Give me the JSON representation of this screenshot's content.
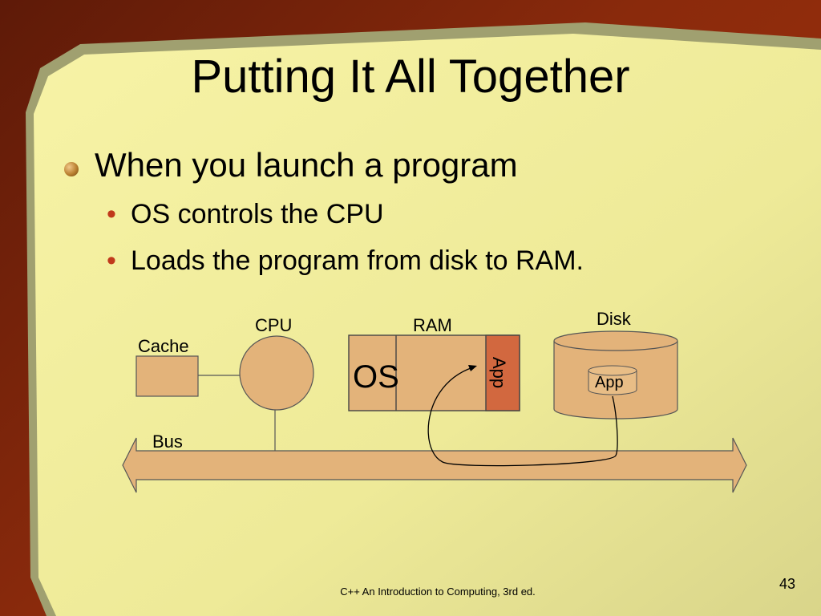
{
  "slide": {
    "title": "Putting It All Together",
    "bullets": [
      {
        "text": "When you launch a program"
      },
      {
        "text": "OS controls the CPU"
      },
      {
        "text": "Loads the program from disk to RAM."
      }
    ]
  },
  "diagram": {
    "cache_label": "Cache",
    "cpu_label": "CPU",
    "ram_label": "RAM",
    "ram_os_label": "OS",
    "ram_app_label": "App",
    "disk_label": "Disk",
    "disk_app_label": "App",
    "bus_label": "Bus"
  },
  "footer": {
    "text": "C++ An Introduction to Computing, 3rd ed.",
    "page_number": "43"
  },
  "colors": {
    "frame": "#8a2a0c",
    "slide_bg": "#f2ee9a",
    "component_fill": "#e3b37a",
    "app_fill": "#d2683f",
    "bullet_mark": "#c0391b"
  }
}
